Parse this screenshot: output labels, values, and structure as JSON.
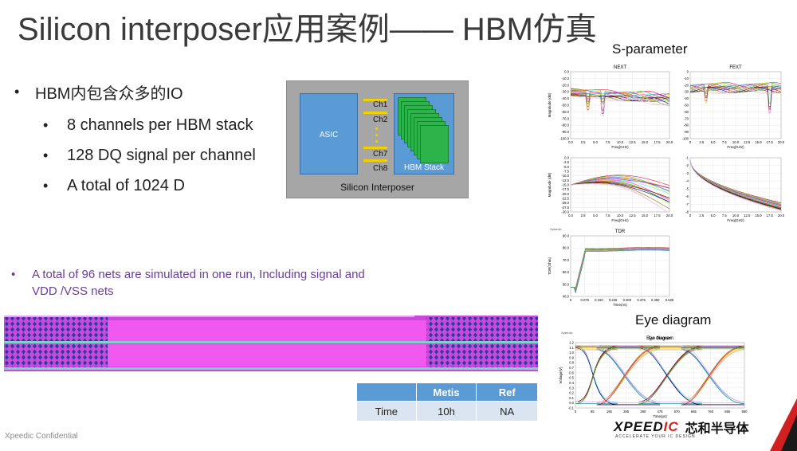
{
  "slide": {
    "title": "Silicon interposer应用案例—— HBM仿真",
    "footer": "Xpeedic Confidential"
  },
  "bullets": {
    "main": "HBM内包含众多的IO",
    "subs": [
      "8 channels per HBM stack",
      "128 DQ signal per channel",
      "A total of 1024 D"
    ]
  },
  "diagram": {
    "asic_label": "ASIC",
    "hbm_label": "HBM Stack",
    "interposer_label": "Silicon Interposer",
    "channels": [
      "Ch1",
      "Ch2",
      "Ch7",
      "Ch8"
    ],
    "colors": {
      "bg": "#a6a6a6",
      "block": "#5b9bd5",
      "stack": "#2cb34a",
      "arrow": "#f0d000"
    }
  },
  "note": {
    "text": "A total of 96 nets are simulated in one run, Including signal and VDD /VSS nets"
  },
  "perf_table": {
    "headers": [
      "",
      "Metis",
      "Ref"
    ],
    "rows": [
      [
        "Time",
        "10h",
        "NA"
      ]
    ]
  },
  "sparam": {
    "title": "S-parameter",
    "brand": "Xpeedic",
    "next": {
      "title": "NEXT",
      "xlabel": "Freq(GHz)",
      "ylabel": "Magnitude (dB)",
      "yticks": [
        "0.0",
        "-10.0",
        "-20.0",
        "-30.0",
        "-40.0",
        "-50.0",
        "-60.0",
        "-70.0",
        "-80.0",
        "-90.0",
        "-100.0"
      ],
      "xticks": [
        "0.0",
        "2.5",
        "5.0",
        "7.5",
        "10.0",
        "12.5",
        "15.0",
        "17.5",
        "20.0"
      ]
    },
    "fext": {
      "title": "FEXT",
      "xlabel": "Freq(GHz)",
      "yticks": [
        "0",
        "-10",
        "-20",
        "-30",
        "-40",
        "-50",
        "-60",
        "-70",
        "-80",
        "-90",
        "-100"
      ],
      "xticks": [
        "0",
        "2.5",
        "5.0",
        "7.5",
        "10.0",
        "12.5",
        "15.0",
        "17.5",
        "20.0"
      ]
    },
    "rl": {
      "xlabel": "Freq(GHz)",
      "ylabel": "Magnitude (dB)",
      "yticks": [
        "0.0",
        "-2.5",
        "-5.0",
        "-7.5",
        "-10.0",
        "-12.5",
        "-15.0",
        "-17.5",
        "-20.0",
        "-22.5",
        "-25.0",
        "-27.5",
        "-30.0"
      ],
      "xticks": [
        "0.0",
        "2.5",
        "5.0",
        "7.5",
        "10.0",
        "12.5",
        "15.0",
        "17.5",
        "20.0"
      ]
    },
    "il": {
      "xlabel": "Freq(GHz)",
      "yticks": [
        "-1",
        "-2",
        "-3",
        "-4",
        "-5",
        "-6",
        "-7",
        "-8"
      ],
      "xticks": [
        "0",
        "2.5",
        "5.0",
        "7.5",
        "10.0",
        "12.5",
        "15.0",
        "17.5",
        "20.0"
      ]
    },
    "tdr": {
      "title": "TDR",
      "brand": "Xpeedic",
      "xlabel": "Time(ns)",
      "ylabel": "TDR(Ohm)",
      "yticks": [
        "90.0",
        "80.0",
        "70.0",
        "60.0",
        "50.0",
        "40.0"
      ],
      "xticks": [
        "0",
        "0.075",
        "0.150",
        "0.225",
        "0.300",
        "0.375",
        "0.450",
        "0.525"
      ]
    }
  },
  "eye": {
    "title": "Eye diagram",
    "brand": "Xpeedic",
    "chart_title": "Eye Diagram",
    "xlabel": "Time(ps)",
    "ylabel": "Voltage(V)",
    "yticks": [
      "1.2",
      "1.1",
      "1.0",
      "0.9",
      "0.8",
      "0.7",
      "0.6",
      "0.5",
      "0.4",
      "0.3",
      "0.2",
      "0.1",
      "0.0",
      "-0.1"
    ],
    "xticks": [
      "0",
      "95",
      "190",
      "285",
      "380",
      "475",
      "570",
      "665",
      "760",
      "855",
      "950"
    ]
  },
  "logo": {
    "main_dark": "XPEED",
    "main_red": "IC",
    "sub": "ACCELERATE YOUR IC DESIGN",
    "cn": "芯和半导体"
  }
}
